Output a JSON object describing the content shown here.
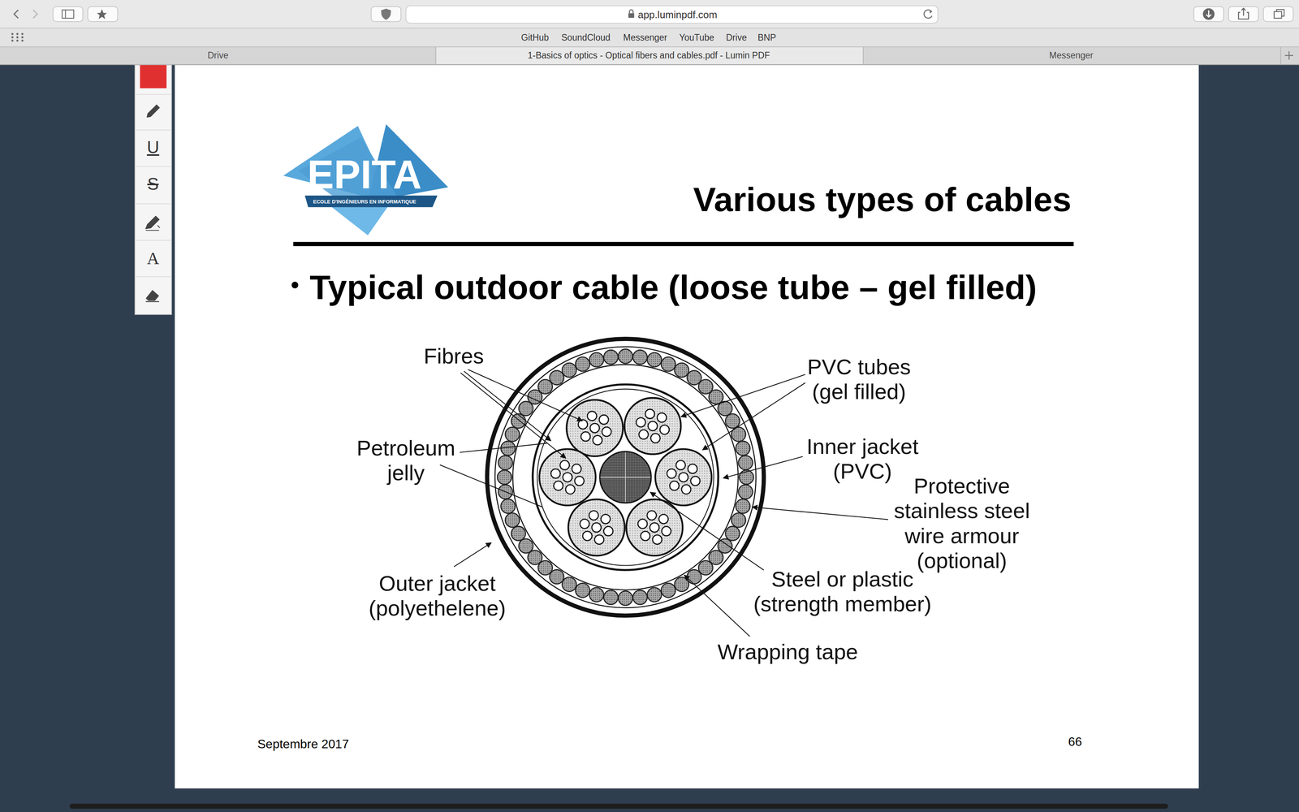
{
  "diagram": {
    "title": "Various types of cables",
    "labels": [
      "app.luminpdf.com",
      "GitHub",
      "SoundCloud",
      "Messenger",
      "YouTube",
      "Drive",
      "BNP",
      "Drive",
      "1-Basics of optics - Optical fibers and cables.pdf - Lumin PDF",
      "Messenger",
      "U",
      "S",
      "A",
      "EPITA",
      "ECOLE D'INGÉNIEURS EN INFORMATIQUE",
      "Typical outdoor cable (loose tube – gel filled)",
      "Fibres",
      "PVC tubes (gel filled)",
      "Petroleum jelly",
      "Inner jacket (PVC)",
      "Protective stainless steel wire armour (optional)",
      "Outer jacket (polyethelene)",
      "Steel or plastic (strength member)",
      "Wrapping tape",
      "Septembre 2017",
      "66"
    ]
  }
}
